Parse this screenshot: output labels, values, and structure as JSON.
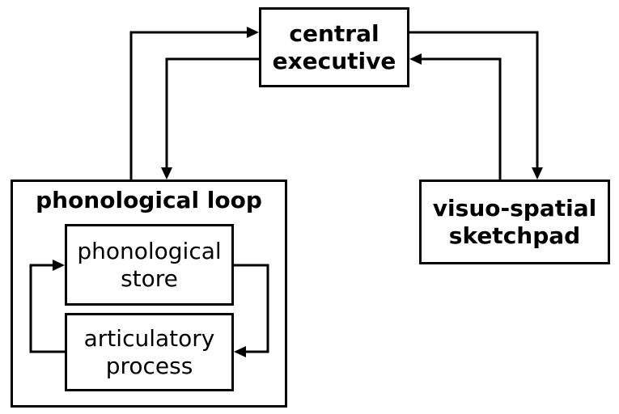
{
  "diagram": {
    "description": "working memory model block diagram",
    "colors": {
      "background": "#ffffff",
      "line": "#000000",
      "text": "#000000"
    },
    "boxes": {
      "central_executive": {
        "label": "central\nexecutive"
      },
      "phonological_loop": {
        "label": "phonological loop"
      },
      "phonological_store": {
        "label": "phonological\nstore"
      },
      "articulatory_process": {
        "label": "articulatory\nprocess"
      },
      "visuo_spatial_sketchpad": {
        "label": "visuo-spatial\nsketchpad"
      }
    },
    "connections": [
      {
        "from": "phonological loop",
        "to": "central executive"
      },
      {
        "from": "central executive",
        "to": "phonological loop"
      },
      {
        "from": "central executive",
        "to": "visuo-spatial sketchpad"
      },
      {
        "from": "visuo-spatial sketchpad",
        "to": "central executive"
      },
      {
        "from": "phonological store",
        "to": "articulatory process"
      },
      {
        "from": "articulatory process",
        "to": "phonological store"
      }
    ]
  }
}
